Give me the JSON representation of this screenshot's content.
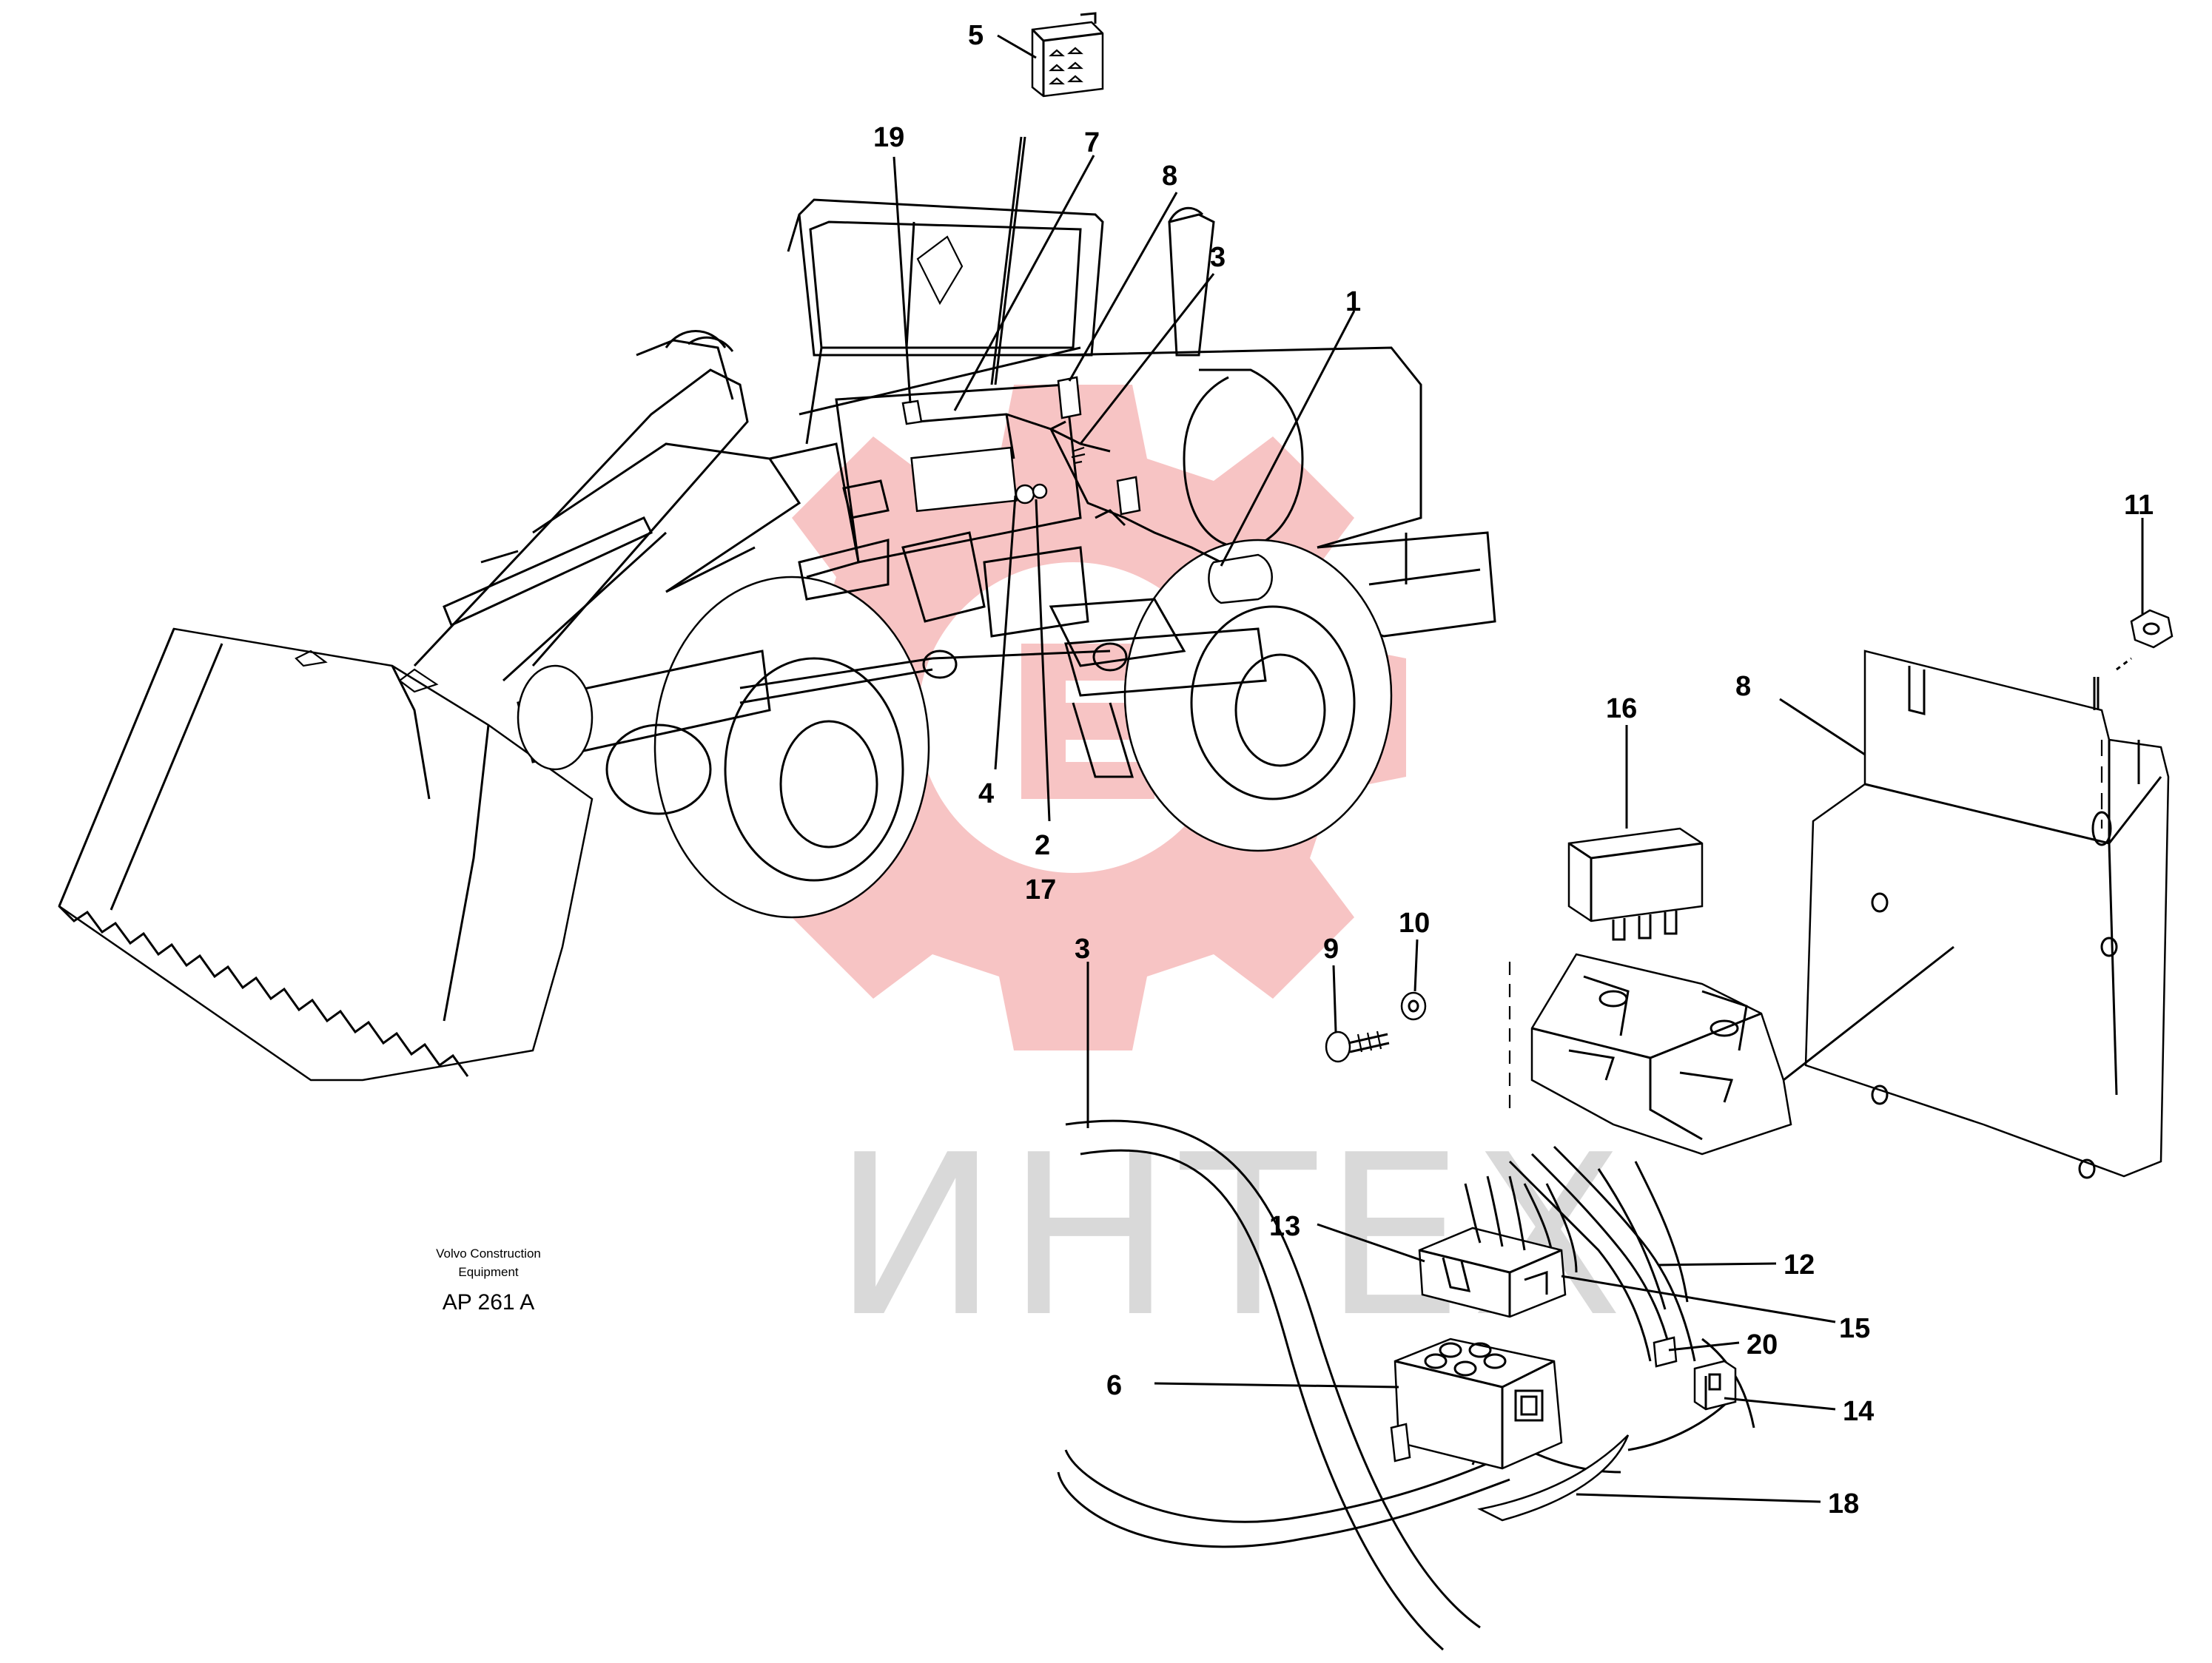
{
  "watermark": {
    "text": "ИНТЕХ",
    "gear_color": "#f7c4c4",
    "text_color": "#d9d9d9"
  },
  "caption": {
    "line1": "Volvo Construction",
    "line2": "Equipment",
    "code": "AP 261 A"
  },
  "callouts": {
    "c19": "19",
    "c7": "7",
    "c5": "5",
    "c8a": "8",
    "c3a": "3",
    "c1": "1",
    "c4": "4",
    "c2": "2",
    "c17": "17",
    "c11": "11",
    "c8b": "8",
    "c16": "16",
    "c9": "9",
    "c10": "10",
    "c3b": "3",
    "c13": "13",
    "c12": "12",
    "c15": "15",
    "c20": "20",
    "c6": "6",
    "c14": "14",
    "c18": "18"
  }
}
